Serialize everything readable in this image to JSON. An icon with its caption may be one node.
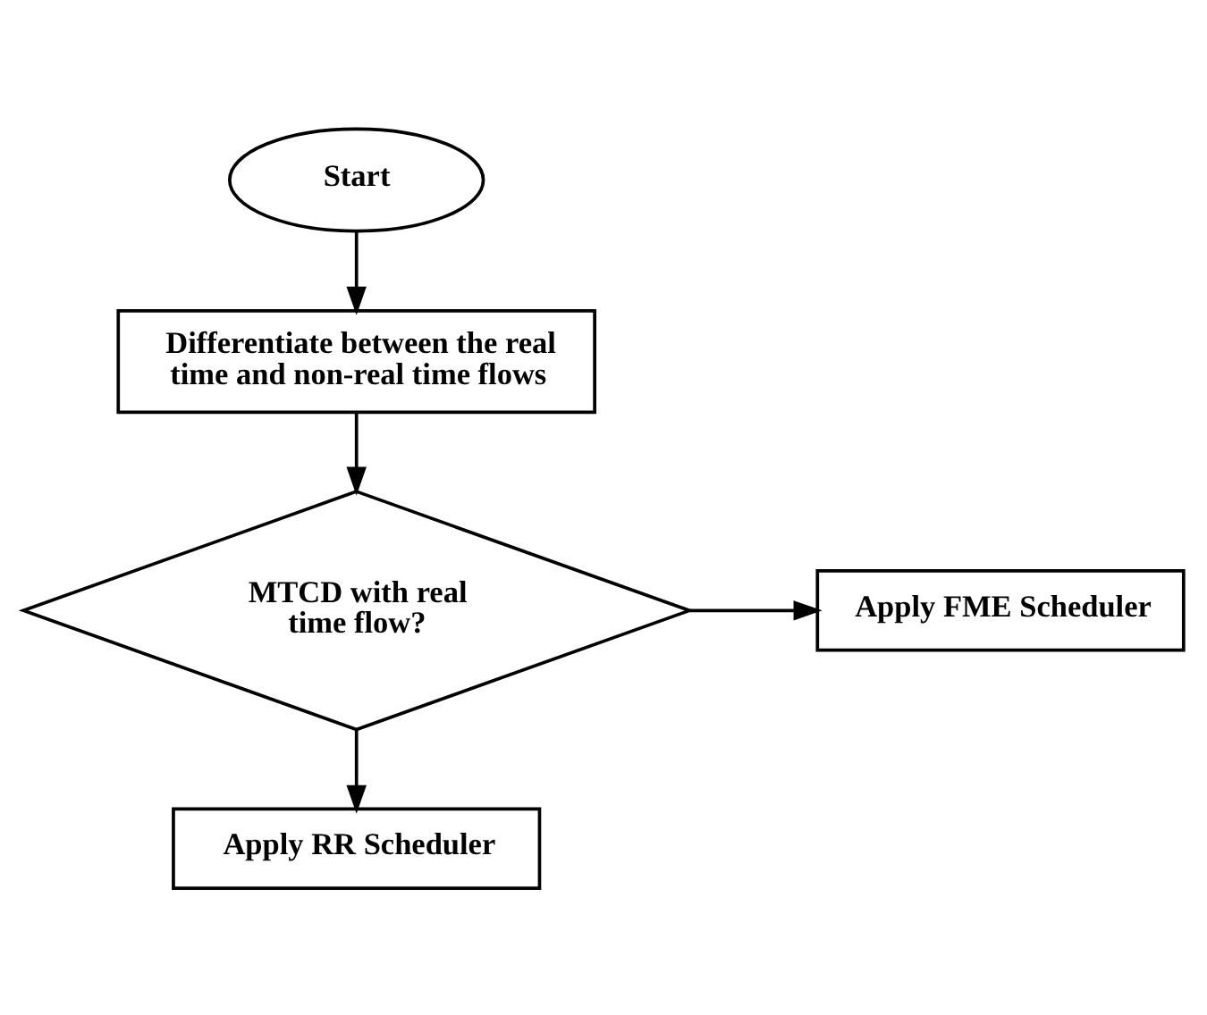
{
  "diagram": {
    "nodes": [
      {
        "text": [
          "Start"
        ]
      },
      {
        "text": [
          "Differentiate between the real time and non-real time flows"
        ]
      },
      {
        "text": [
          "MTCD with real time flow?"
        ]
      },
      {
        "text": [
          "Apply FME Scheduler"
        ]
      },
      {
        "text": [
          "Apply RR Scheduler"
        ]
      }
    ],
    "edges": [
      {
        "from": 0,
        "to": 1,
        "arrow": "to"
      },
      {
        "from": 1,
        "to": 2,
        "arrow": "to"
      },
      {
        "from": 2,
        "to": 3,
        "arrow": "to"
      },
      {
        "from": 2,
        "to": 4,
        "arrow": "to"
      }
    ]
  }
}
